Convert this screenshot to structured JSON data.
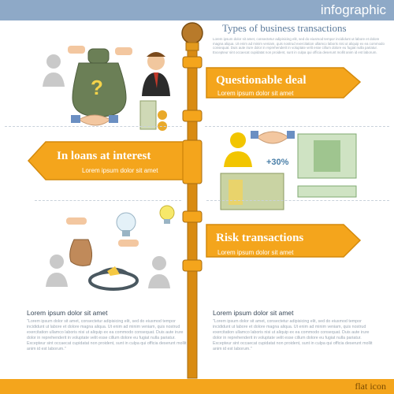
{
  "header": {
    "badge": "infographic",
    "title": "Types of business transactions",
    "intro": "Lorem ipsum dolor sit amet, consectetur adipisicing elit, sed do eiusmod tempor incididunt ut labore et dolore magna aliqua. Ut enim ad minim veniam, quis nostrud exercitation ullamco laboris nisi ut aliquip ex ea commodo consequat. Duis aute irure dolor in reprehenderit in voluptate velit esse cillum dolore eu fugiat nulla pariatur. Excepteur sint occaecat cupidatat non proident, sunt in culpa qui officia deserunt mollit anim id est laborum."
  },
  "signs": [
    {
      "title": "Questionable deal",
      "subtitle": "Lorem ipsum dolor sit amet"
    },
    {
      "title": "In loans at interest",
      "subtitle": "Lorem ipsum dolor sit amet"
    },
    {
      "title": "Risk transactions",
      "subtitle": "Lorem ipsum dolor sit amet"
    }
  ],
  "question_mark": "?",
  "percent_label": "+30%",
  "columns": [
    {
      "title": "Lorem ipsum dolor sit amet",
      "text": "\"Lorem ipsum dolor sit amet, consectetur adipisicing elit, sed do eiusmod tempor incididunt ut labore et dolore magna aliqua. Ut enim ad minim veniam, quis nostrud exercitation ullamco laboris nisi ut aliquip ex ea commodo consequat. Duis aute irure dolor in reprehenderit in voluptate velit esse cillum dolore eu fugiat nulla pariatur. Excepteur sint occaecat cupidatat non proident, sunt in culpa qui officia deserunt mollit anim id est laborum.\""
    },
    {
      "title": "Lorem ipsum dolor sit amet",
      "text": "\"Lorem ipsum dolor sit amet, consectetur adipisicing elit, sed do eiusmod tempor incididunt ut labore et dolore magna aliqua. Ut enim ad minim veniam, quis nostrud exercitation ullamco laboris nisi ut aliquip ex ea commodo consequat. Duis aute irure dolor in reprehenderit in voluptate velit esse cillum dolore eu fugiat nulla pariatur. Excepteur sint occaecat cupidatat non proident, sunt in culpa qui officia deserunt mollit anim id est laborum.\""
    }
  ],
  "footer": {
    "label": "flat icon"
  },
  "colors": {
    "header": "#8ea9c7",
    "sign": "#f4a51c",
    "footer": "#f4a51c",
    "post": "#d98b12"
  }
}
